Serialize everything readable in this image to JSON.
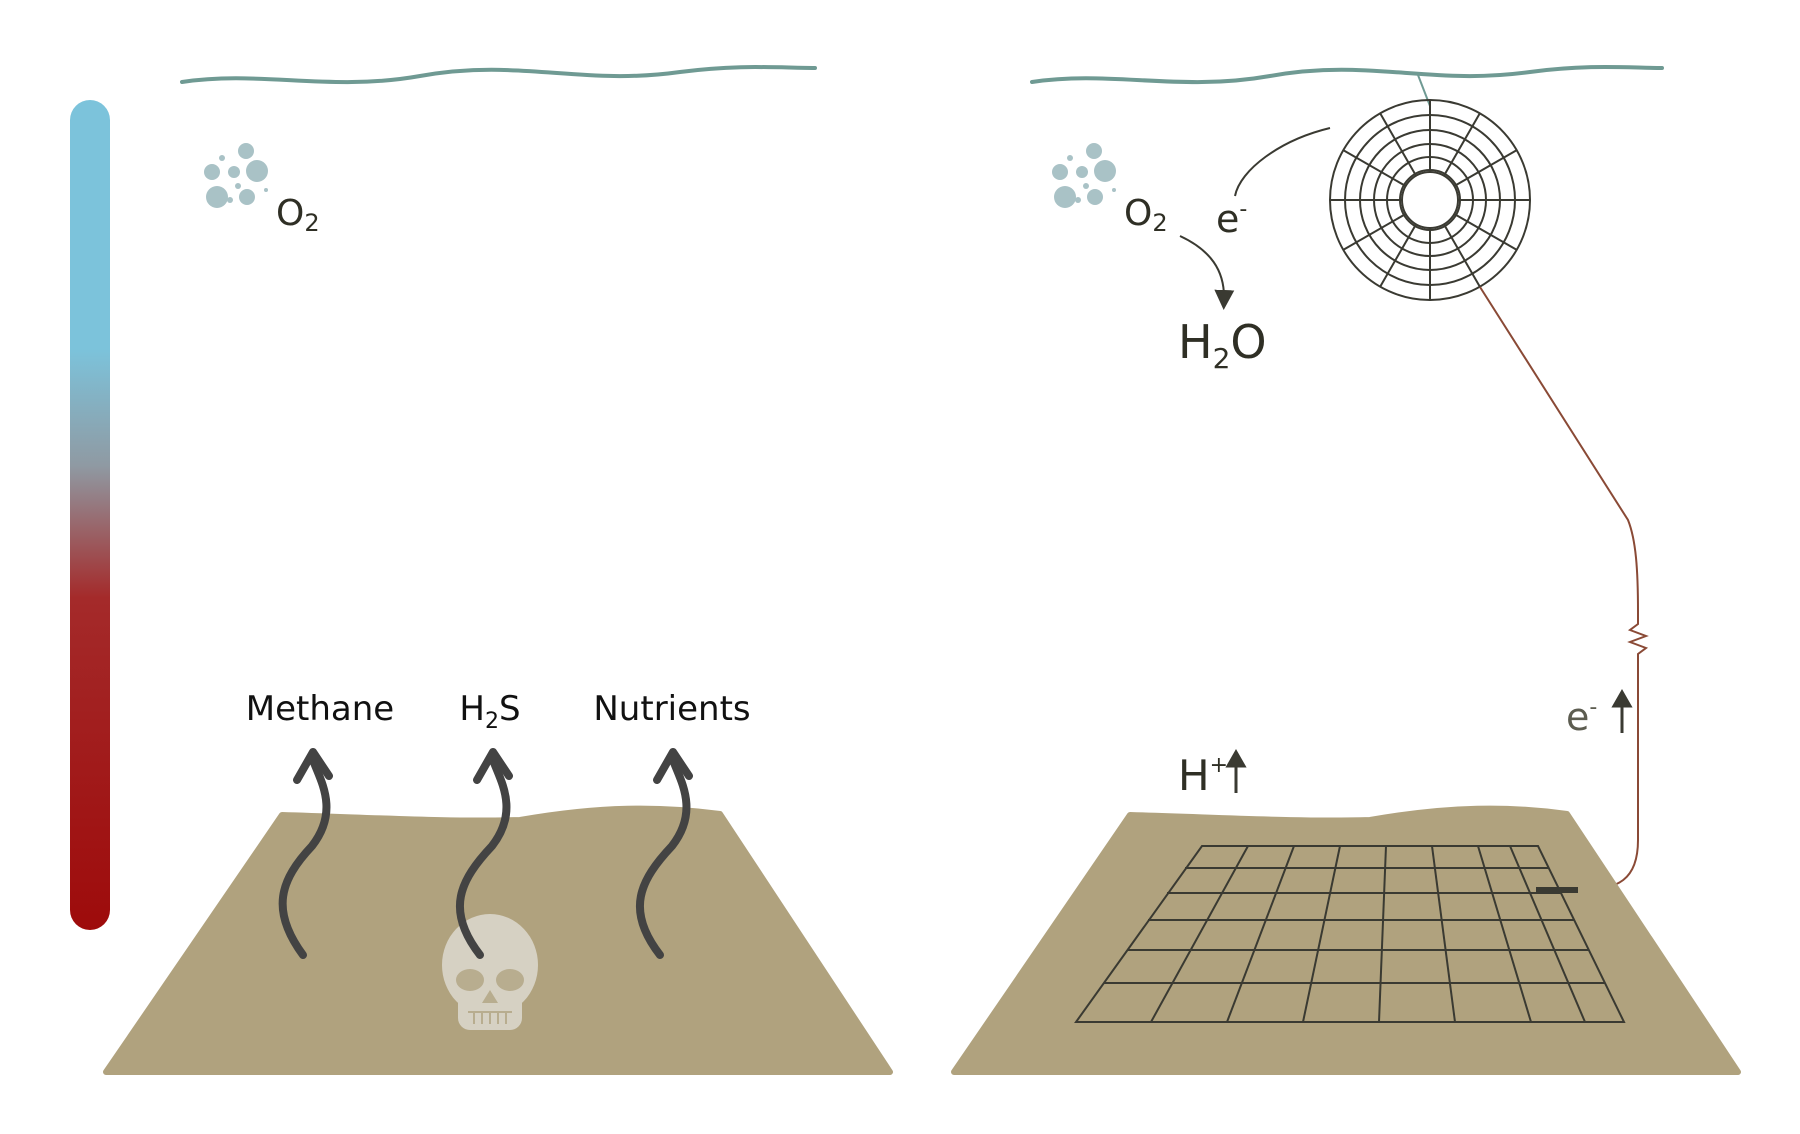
{
  "colors": {
    "water_line": "#6f9a93",
    "sediment": "#b0a27e",
    "bubbles": "#a9c2c6",
    "arrow_dark": "#434343",
    "text_dark": "#2f2f25",
    "wire": "#8a4a36",
    "grid_line": "#3a3a32",
    "oxygen_gradient_top": "#7cc3db",
    "oxygen_gradient_bottom": "#9e0b0b",
    "skull": "#d6d1c3"
  },
  "left_panel": {
    "oxygen_label": {
      "base": "O",
      "sub": "2"
    },
    "gas_labels": {
      "methane": "Methane",
      "h2s": {
        "pre": "H",
        "sub": "2",
        "post": "S"
      },
      "nutrients": "Nutrients"
    },
    "icons": {
      "bubbles": "bubbles-icon",
      "rising_arrow": "wavy-up-arrow-icon",
      "skull": "skull-icon"
    }
  },
  "right_panel": {
    "oxygen_label": {
      "base": "O",
      "sub": "2"
    },
    "electron_label": {
      "base": "e",
      "sup": "-"
    },
    "water_label": {
      "pre": "H",
      "sub": "2",
      "post": "O"
    },
    "proton_label": {
      "base": "H",
      "sup": "+"
    },
    "electron_up_label": {
      "base": "e",
      "sup": "-"
    },
    "icons": {
      "cathode": "spiral-cathode-icon",
      "anode": "grid-anode-icon",
      "resistor": "resistor-icon",
      "bubbles": "bubbles-icon"
    }
  }
}
